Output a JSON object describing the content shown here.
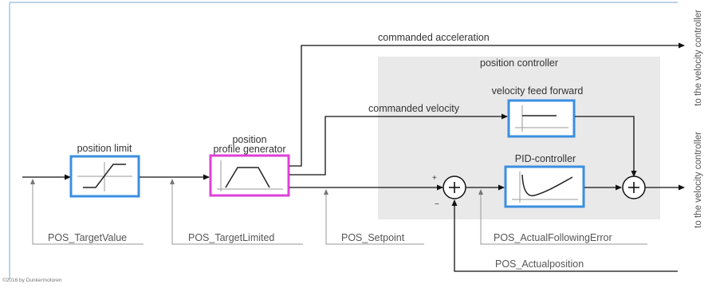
{
  "blocks": {
    "position_limit": "position limit",
    "profile_generator_line1": "position",
    "profile_generator_line2": "profile generator",
    "velocity_feed_forward": "velocity feed forward",
    "pid_controller": "PID-controller",
    "position_controller": "position controller"
  },
  "signals": {
    "commanded_acceleration": "commanded acceleration",
    "commanded_velocity": "commanded velocity",
    "target_value": "POS_TargetValue",
    "target_limited": "POS_TargetLimited",
    "setpoint": "POS_Setpoint",
    "following_error": "POS_ActualFollowingError",
    "actual_position": "POS_Actualposition"
  },
  "outputs": {
    "to_velocity_controller_top": "to the velocity controller",
    "to_velocity_controller_bottom": "to the velocity controller"
  },
  "summing": {
    "plus": "+",
    "minus": "−",
    "symbol": "+"
  },
  "copyright": "©2016 by Dunkermotoren",
  "colors": {
    "limit_box": "#3b8fe0",
    "generator_box": "#e040d8",
    "controller_box": "#3b8fe0",
    "panel_bg": "#e9e9e9",
    "frame": "#7ba7cf"
  }
}
